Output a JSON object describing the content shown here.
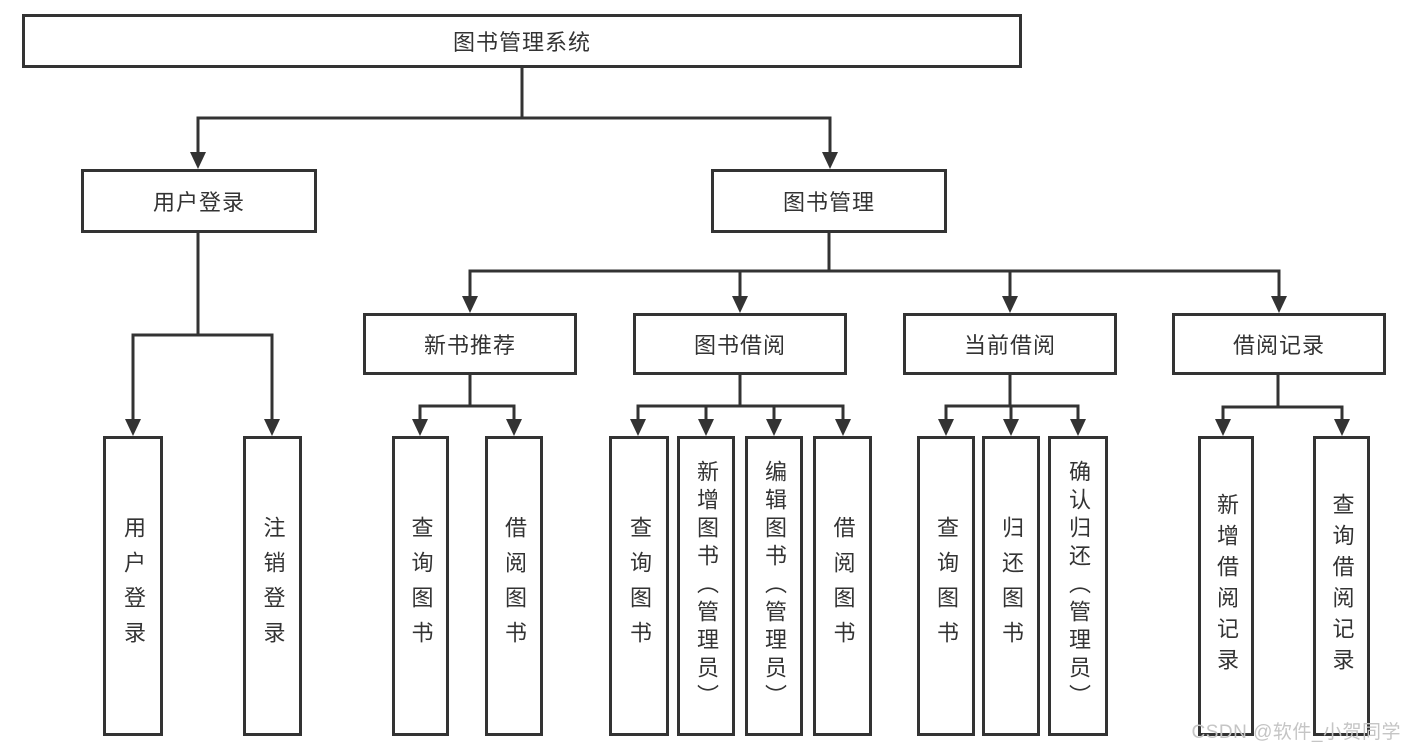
{
  "colors": {
    "line": "#333333",
    "text": "#333333",
    "box_background": "#ffffff",
    "page_background": "#ffffff",
    "watermark": "#c5c5c5"
  },
  "title": "图书管理系统",
  "branches": [
    {
      "label": "用户登录",
      "leaves": [
        {
          "label": "用户登录"
        },
        {
          "label": "注销登录"
        }
      ]
    },
    {
      "label": "图书管理",
      "groups": [
        {
          "label": "新书推荐",
          "leaves": [
            {
              "label": "查询图书"
            },
            {
              "label": "借阅图书"
            }
          ]
        },
        {
          "label": "图书借阅",
          "leaves": [
            {
              "label": "查询图书"
            },
            {
              "label": "新增图书（管理员）"
            },
            {
              "label": "编辑图书（管理员）"
            },
            {
              "label": "借阅图书"
            }
          ]
        },
        {
          "label": "当前借阅",
          "leaves": [
            {
              "label": "查询图书"
            },
            {
              "label": "归还图书"
            },
            {
              "label": "确认归还（管理员）"
            }
          ]
        },
        {
          "label": "借阅记录",
          "leaves": [
            {
              "label": "新增借阅记录"
            },
            {
              "label": "查询借阅记录"
            }
          ]
        }
      ]
    }
  ],
  "watermark": "CSDN @软件_小贺同学"
}
